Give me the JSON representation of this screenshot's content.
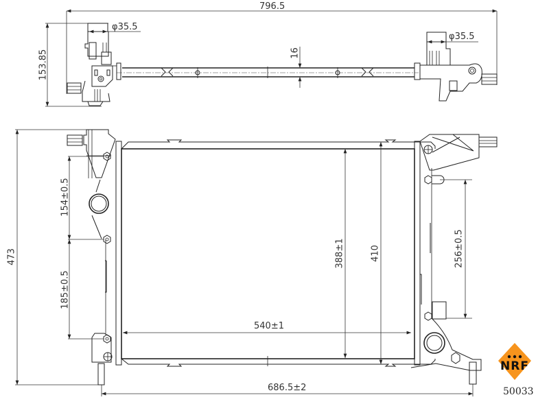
{
  "drawing": {
    "top_view": {
      "overall_width": "796.5",
      "depth": "153.85",
      "core_thickness": "16",
      "inlet_diameter": "φ35.5",
      "outlet_diameter": "φ35.5"
    },
    "front_view": {
      "overall_height": "473",
      "left_mount_upper": "154±0.5",
      "left_mount_lower": "185±0.5",
      "core_height": "388±1",
      "tank_height": "410",
      "core_width": "540±1",
      "overall_width": "686.5±2",
      "right_mount": "256±0.5"
    }
  },
  "brand": {
    "logo_text": "NRF",
    "part_number": "50033",
    "accent_color": "#f7941d"
  }
}
